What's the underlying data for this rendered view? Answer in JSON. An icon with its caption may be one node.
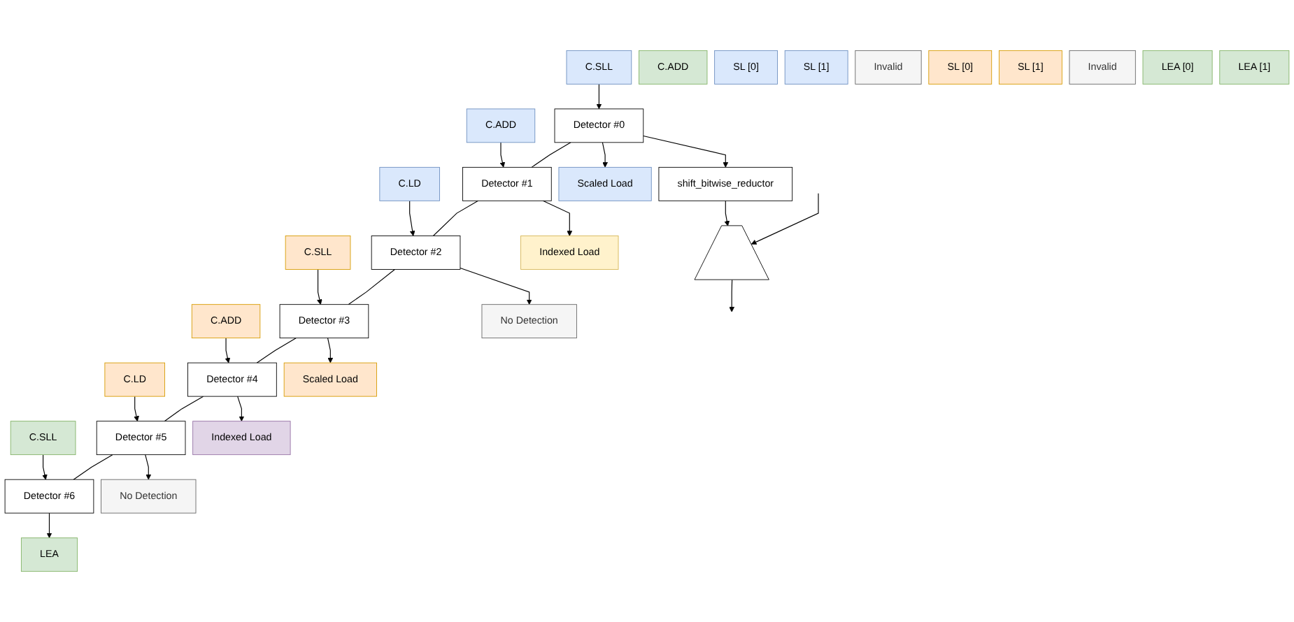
{
  "diagram": {
    "nodes": [
      {
        "text": [
          "C.SLL"
        ]
      },
      {
        "text": [
          "C.ADD"
        ]
      },
      {
        "text": [
          "C.LD"
        ]
      },
      {
        "text": [
          "C.SLL"
        ]
      },
      {
        "text": [
          "C.ADD"
        ]
      },
      {
        "text": [
          "C.LD"
        ]
      },
      {
        "text": [
          "C.SLL"
        ]
      },
      {
        "text": [
          "C.ADD"
        ]
      },
      {
        "text": [
          "Detector #0"
        ]
      },
      {
        "text": [
          "Detector #1"
        ]
      },
      {
        "text": [
          "Detector #2"
        ]
      },
      {
        "text": [
          "Detector #3"
        ]
      },
      {
        "text": [
          "Detector #4"
        ]
      },
      {
        "text": [
          "Detector #5"
        ]
      },
      {
        "text": [
          "Detector #6"
        ]
      },
      {
        "text": [
          "Scaled Load"
        ]
      },
      {
        "text": [
          "Indexed Load"
        ]
      },
      {
        "text": [
          "No Detection"
        ]
      },
      {
        "text": [
          "Scaled Load"
        ]
      },
      {
        "text": [
          "Indexed Load"
        ]
      },
      {
        "text": [
          "No Detection"
        ]
      },
      {
        "text": [
          "LEA"
        ]
      },
      {
        "text": [
          "shift_bitwise_reductor"
        ]
      },
      {
        "text": [],
        "shape": "trapezoid"
      },
      {
        "text": [
          "SL [0]"
        ]
      },
      {
        "text": [
          "SL [1]"
        ]
      },
      {
        "text": [
          "Invalid"
        ]
      },
      {
        "text": [
          "SL [0]"
        ]
      },
      {
        "text": [
          "SL [1]"
        ]
      },
      {
        "text": [
          "Invalid"
        ]
      },
      {
        "text": [
          "LEA [0]"
        ]
      },
      {
        "text": [
          "LEA [1]"
        ]
      }
    ],
    "edges": [
      {
        "from": 0,
        "to": 8,
        "arrow": "to"
      },
      {
        "from": 1,
        "to": 9,
        "arrow": "to"
      },
      {
        "from": 2,
        "to": 10,
        "arrow": "to"
      },
      {
        "from": 3,
        "to": 11,
        "arrow": "to"
      },
      {
        "from": 4,
        "to": 12,
        "arrow": "to"
      },
      {
        "from": 5,
        "to": 13,
        "arrow": "to"
      },
      {
        "from": 6,
        "to": 14,
        "arrow": "to"
      },
      {
        "from": 8,
        "to": 15,
        "arrow": "to"
      },
      {
        "from": 9,
        "to": 16,
        "arrow": "to"
      },
      {
        "from": 10,
        "to": 17,
        "arrow": "to"
      },
      {
        "from": 11,
        "to": 18,
        "arrow": "to"
      },
      {
        "from": 12,
        "to": 19,
        "arrow": "to"
      },
      {
        "from": 13,
        "to": 20,
        "arrow": "to"
      },
      {
        "from": 14,
        "to": 21,
        "arrow": "to"
      },
      {
        "from": 8,
        "to": 9,
        "arrow": "none"
      },
      {
        "from": 9,
        "to": 10,
        "arrow": "none"
      },
      {
        "from": 10,
        "to": 11,
        "arrow": "none"
      },
      {
        "from": 11,
        "to": 12,
        "arrow": "none"
      },
      {
        "from": 12,
        "to": 13,
        "arrow": "none"
      },
      {
        "from": 13,
        "to": 14,
        "arrow": "none"
      },
      {
        "from": 8,
        "to": 22,
        "arrow": "to"
      },
      {
        "from": 22,
        "to": 23,
        "arrow": "to"
      },
      {
        "from": null,
        "to": 23,
        "arrow": "to"
      },
      {
        "from": 23,
        "to": null,
        "arrow": "to"
      }
    ]
  }
}
